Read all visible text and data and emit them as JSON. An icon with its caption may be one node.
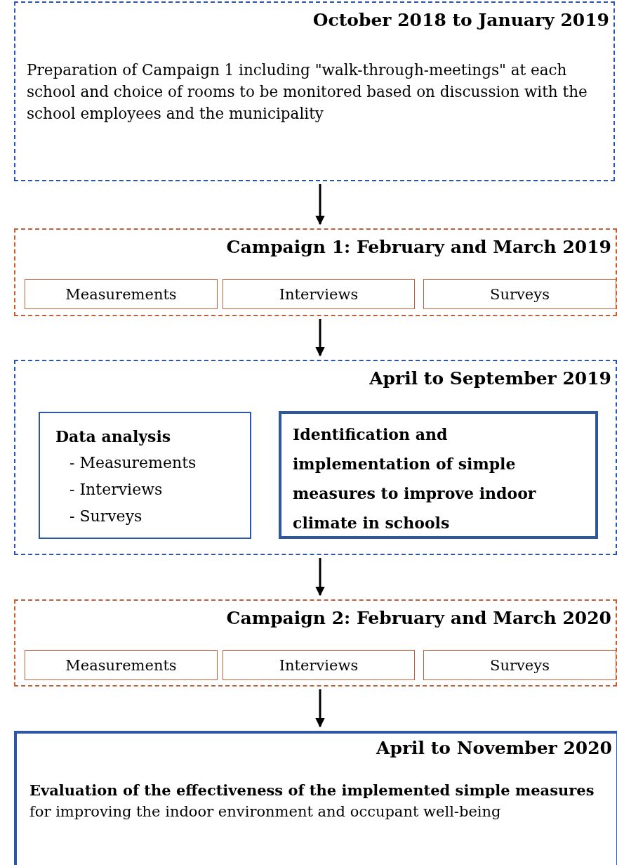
{
  "diagram": {
    "nodes": [
      {
        "text": [
          "October 2018 to January 2019",
          "Preparation of Campaign 1 including \"walk-through-meetings\" at each school and choice of rooms to be monitored based on discussion with the school employees and the municipality"
        ]
      },
      {
        "text": [
          "Campaign 1: February and March 2019"
        ]
      },
      {
        "text": [
          "Measurements"
        ],
        "in": 1
      },
      {
        "text": [
          "Interviews"
        ],
        "in": 1
      },
      {
        "text": [
          "Surveys"
        ],
        "in": 1
      },
      {
        "text": [
          "April to September 2019"
        ]
      },
      {
        "text": [
          "Data analysis",
          "- Measurements",
          "- Interviews",
          "- Surveys"
        ],
        "in": 5
      },
      {
        "text": [
          "Identification and implementation of simple measures to improve indoor climate in schools"
        ],
        "in": 5
      },
      {
        "text": [
          "Campaign 2: February and March 2020"
        ]
      },
      {
        "text": [
          "Measurements"
        ],
        "in": 8
      },
      {
        "text": [
          "Interviews"
        ],
        "in": 8
      },
      {
        "text": [
          "Surveys"
        ],
        "in": 8
      },
      {
        "text": [
          "April to November 2020",
          "**Evaluation of the effectiveness of the implemented simple measures** for improving the indoor environment and occupant well-being"
        ]
      }
    ],
    "edges": [
      {
        "from": 0,
        "to": 1,
        "arrow": "to"
      },
      {
        "from": 1,
        "to": 5,
        "arrow": "to"
      },
      {
        "from": 5,
        "to": 8,
        "arrow": "to"
      },
      {
        "from": 8,
        "to": 12,
        "arrow": "to"
      }
    ]
  }
}
